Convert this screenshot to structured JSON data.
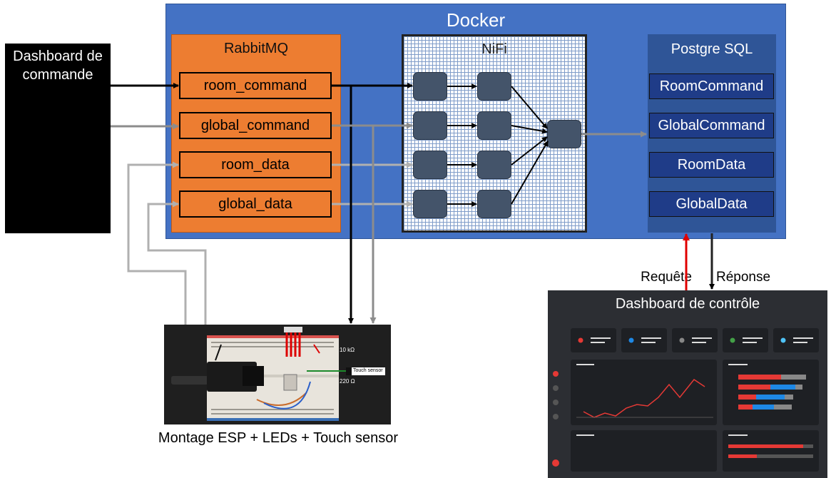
{
  "docker": {
    "title": "Docker"
  },
  "rabbitmq": {
    "title": "RabbitMQ",
    "queues": [
      "room_command",
      "global_command",
      "room_data",
      "global_data"
    ]
  },
  "nifi": {
    "title": "NiFi"
  },
  "postgres": {
    "title": "Postgre SQL",
    "tables": [
      "RoomCommand",
      "GlobalCommand",
      "RoomData",
      "GlobalData"
    ]
  },
  "command_dashboard": {
    "label": "Dashboard de commande"
  },
  "esp_setup": {
    "caption": "Montage ESP + LEDs + Touch sensor",
    "resistor_10k": "10 kΩ",
    "resistor_220": "220 Ω",
    "touch_sensor": "Touch sensor"
  },
  "control_dashboard": {
    "title": "Dashboard de contrôle"
  },
  "flows": {
    "request": "Requête",
    "response": "Réponse"
  },
  "colors": {
    "docker": "#4472c4",
    "rabbitmq": "#ed7d31",
    "postgres": "#2f5597",
    "processor": "#44546a",
    "request_arrow": "#e00000",
    "dashboard_bg": "#2c2e33"
  }
}
